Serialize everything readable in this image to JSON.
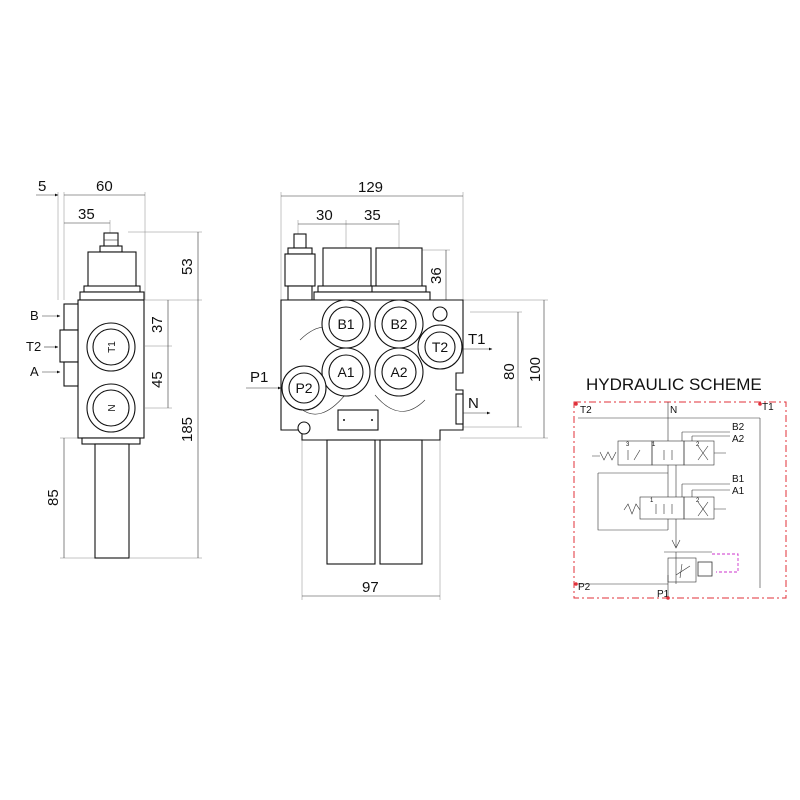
{
  "side_view": {
    "dim_5": "5",
    "dim_60": "60",
    "dim_35": "35",
    "dim_53": "53",
    "dim_37": "37",
    "dim_45": "45",
    "dim_185": "185",
    "dim_85": "85",
    "label_b": "B",
    "label_t2": "T2",
    "label_a": "A",
    "port_t1": "T1",
    "port_n": "N"
  },
  "front_view": {
    "dim_129": "129",
    "dim_30": "30",
    "dim_35": "35",
    "dim_36": "36",
    "dim_80": "80",
    "dim_100": "100",
    "dim_97": "97",
    "port_b1": "B1",
    "port_b2": "B2",
    "port_a1": "A1",
    "port_a2": "A2",
    "port_t2": "T2",
    "port_p2": "P2",
    "label_p1": "P1",
    "label_t1": "T1",
    "label_n": "N"
  },
  "scheme": {
    "title": "HYDRAULIC SCHEME",
    "t2": "T2",
    "n": "N",
    "t1": "T1",
    "b2": "B2",
    "a2": "A2",
    "b1": "B1",
    "a1": "A1",
    "p2": "P2",
    "p1": "P1",
    "spool_pos_3": "3",
    "spool_pos_1": "1",
    "spool_pos_2": "2",
    "border_color": "#e0303a",
    "relief_color": "#cc33cc"
  }
}
